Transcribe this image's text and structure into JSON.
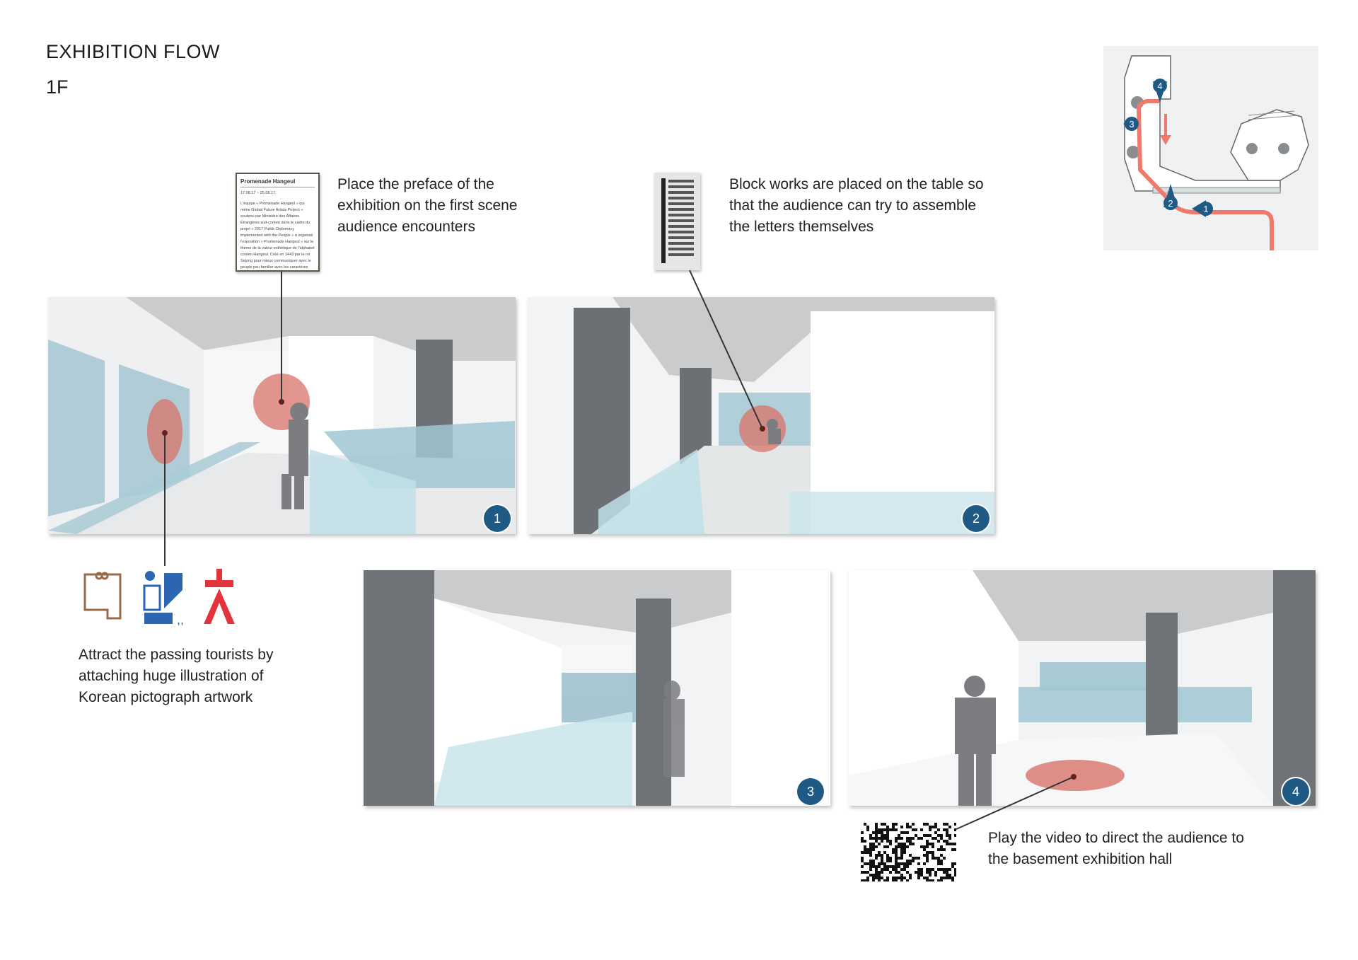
{
  "header": {
    "title": "EXHIBITION FLOW",
    "floor": "1F"
  },
  "captions": {
    "preface": [
      "Place the preface of the",
      "exhibition on the first scene",
      "audience encounters"
    ],
    "blocks": [
      "Block works are placed on the table so",
      "that the audience can try to assemble",
      "the letters themselves"
    ],
    "tourists": [
      "Attract the passing tourists by",
      "attaching huge illustration of",
      "Korean pictograph artwork"
    ],
    "video": [
      "Play the video to direct the audience to",
      "the basement exhibition hall"
    ]
  },
  "preface_doc": {
    "title": "Promenade Hangeul",
    "dates": "17.08.17 ~ 25.08.17.",
    "body": "L'équipe « Promenade Hangeul » qui mène Global Future Artists Project » soutenu par Ministère des Affaires Étrangères sud-coréen dans le cadre du projet « 2017 Public Diplomacy implemented with the People » a organisé l'exposition « Promenade Hangeul » sur le thème de la valeur esthétique de l'alphabet coréen Hangeul. Créé en 1443 par le roi Sejong pour mieux communiquer avec le peuple peu familier avec les caractères chinois, le Hangeul a connu de nombreux changements au fil du temps."
  },
  "scenes": [
    {
      "badge": "1"
    },
    {
      "badge": "2"
    },
    {
      "badge": "3"
    },
    {
      "badge": "4"
    }
  ],
  "plan": {
    "markers": [
      "4",
      "3",
      "2",
      "1"
    ]
  },
  "colors": {
    "badge": "#1f5a85",
    "highlight": "#d9736a",
    "flow_path": "#ef7a6c",
    "glass": "#a9cbd6",
    "column": "#7c7f83",
    "ceiling": "#cdcfd1"
  }
}
